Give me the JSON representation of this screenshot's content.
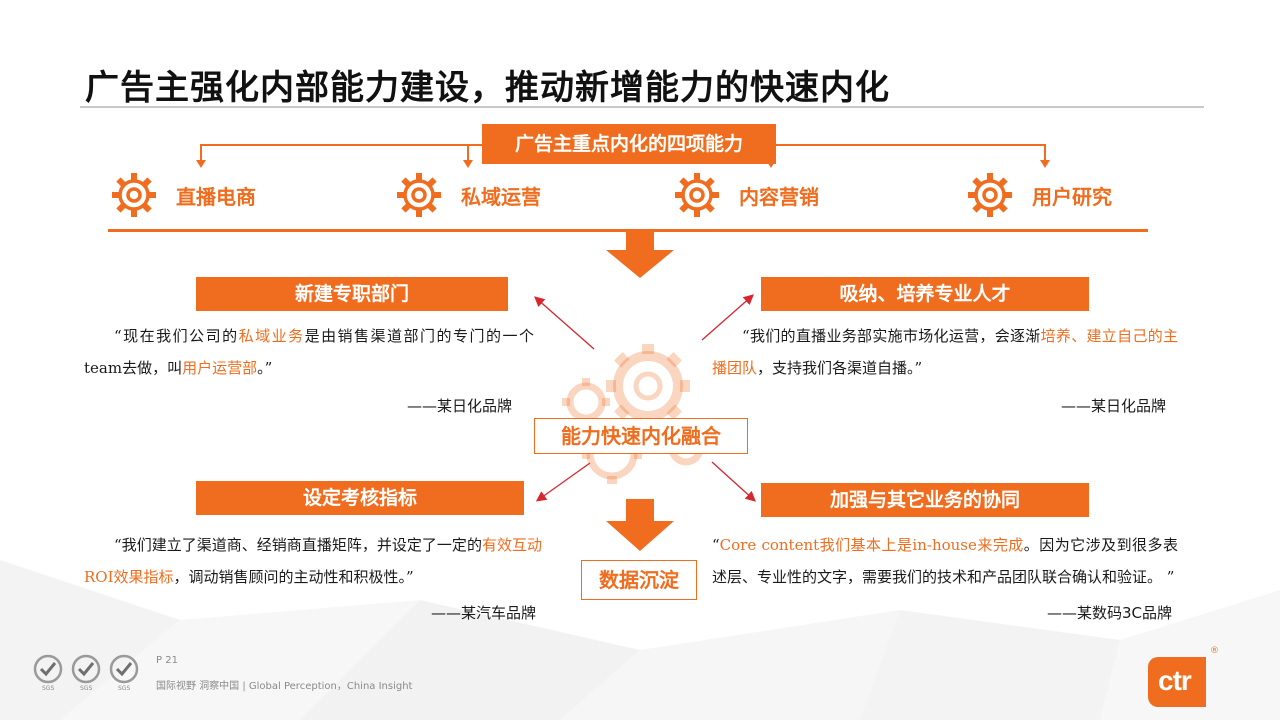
{
  "title": "广告主强化内部能力建设，推动新增能力的快速内化",
  "capabilities_title": "广告主重点内化的四项能力",
  "capabilities": [
    {
      "label": "直播电商",
      "icon": "gear-icon"
    },
    {
      "label": "私域运营",
      "icon": "gear-icon"
    },
    {
      "label": "内容营销",
      "icon": "gear-icon"
    },
    {
      "label": "用户研究",
      "icon": "gear-icon"
    }
  ],
  "center_label": "能力快速内化融合",
  "data_label": "数据沉淀",
  "sections": [
    {
      "title": "新建专职部门",
      "quote_parts": [
        "“现在我们公司的",
        "私域业务",
        "是由销售渠道部门的专门的一个team去做，叫",
        "用户运营部",
        "。”"
      ],
      "attribution": "——某日化品牌"
    },
    {
      "title": "吸纳、培养专业人才",
      "quote_parts": [
        "“我们的直播业务部实施市场化运营，会逐渐",
        "培养、建立自己的主播团队",
        "，支持我们各渠道自播。”"
      ],
      "attribution": "——某日化品牌"
    },
    {
      "title": "设定考核指标",
      "quote_parts": [
        "“我们建立了渠道商、经销商直播矩阵，并设定了一定的",
        "有效互动ROI效果指标",
        "，调动销售顾问的主动性和积极性。”"
      ],
      "attribution": "——某汽车品牌"
    },
    {
      "title": "加强与其它业务的协同",
      "quote_parts": [
        "“",
        "Core content我们基本上是in-house来完成",
        "。因为它涉及到很多表述层、专业性的文字，需要我们的技术和产品团队联合确认和验证。 ”"
      ],
      "attribution": "——某数码3C品牌"
    }
  ],
  "footer": {
    "page": "P 21",
    "tagline": "国际视野  洞察中国 |  Global Perception，China Insight",
    "badge_label": "SGS",
    "brand": "ctr",
    "reg_mark": "®"
  },
  "colors": {
    "accent": "#f06d1f",
    "text": "#1a1a1a",
    "footer_text": "#8a8a8a"
  }
}
